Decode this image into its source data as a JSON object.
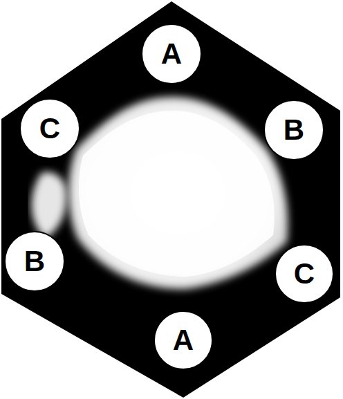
{
  "diagram": {
    "nodes": [
      {
        "text": [
          "A"
        ]
      },
      {
        "text": [
          "C"
        ]
      },
      {
        "text": [
          "B"
        ]
      },
      {
        "text": [
          "B"
        ]
      },
      {
        "text": [
          "C"
        ]
      },
      {
        "text": [
          "A"
        ]
      }
    ]
  }
}
